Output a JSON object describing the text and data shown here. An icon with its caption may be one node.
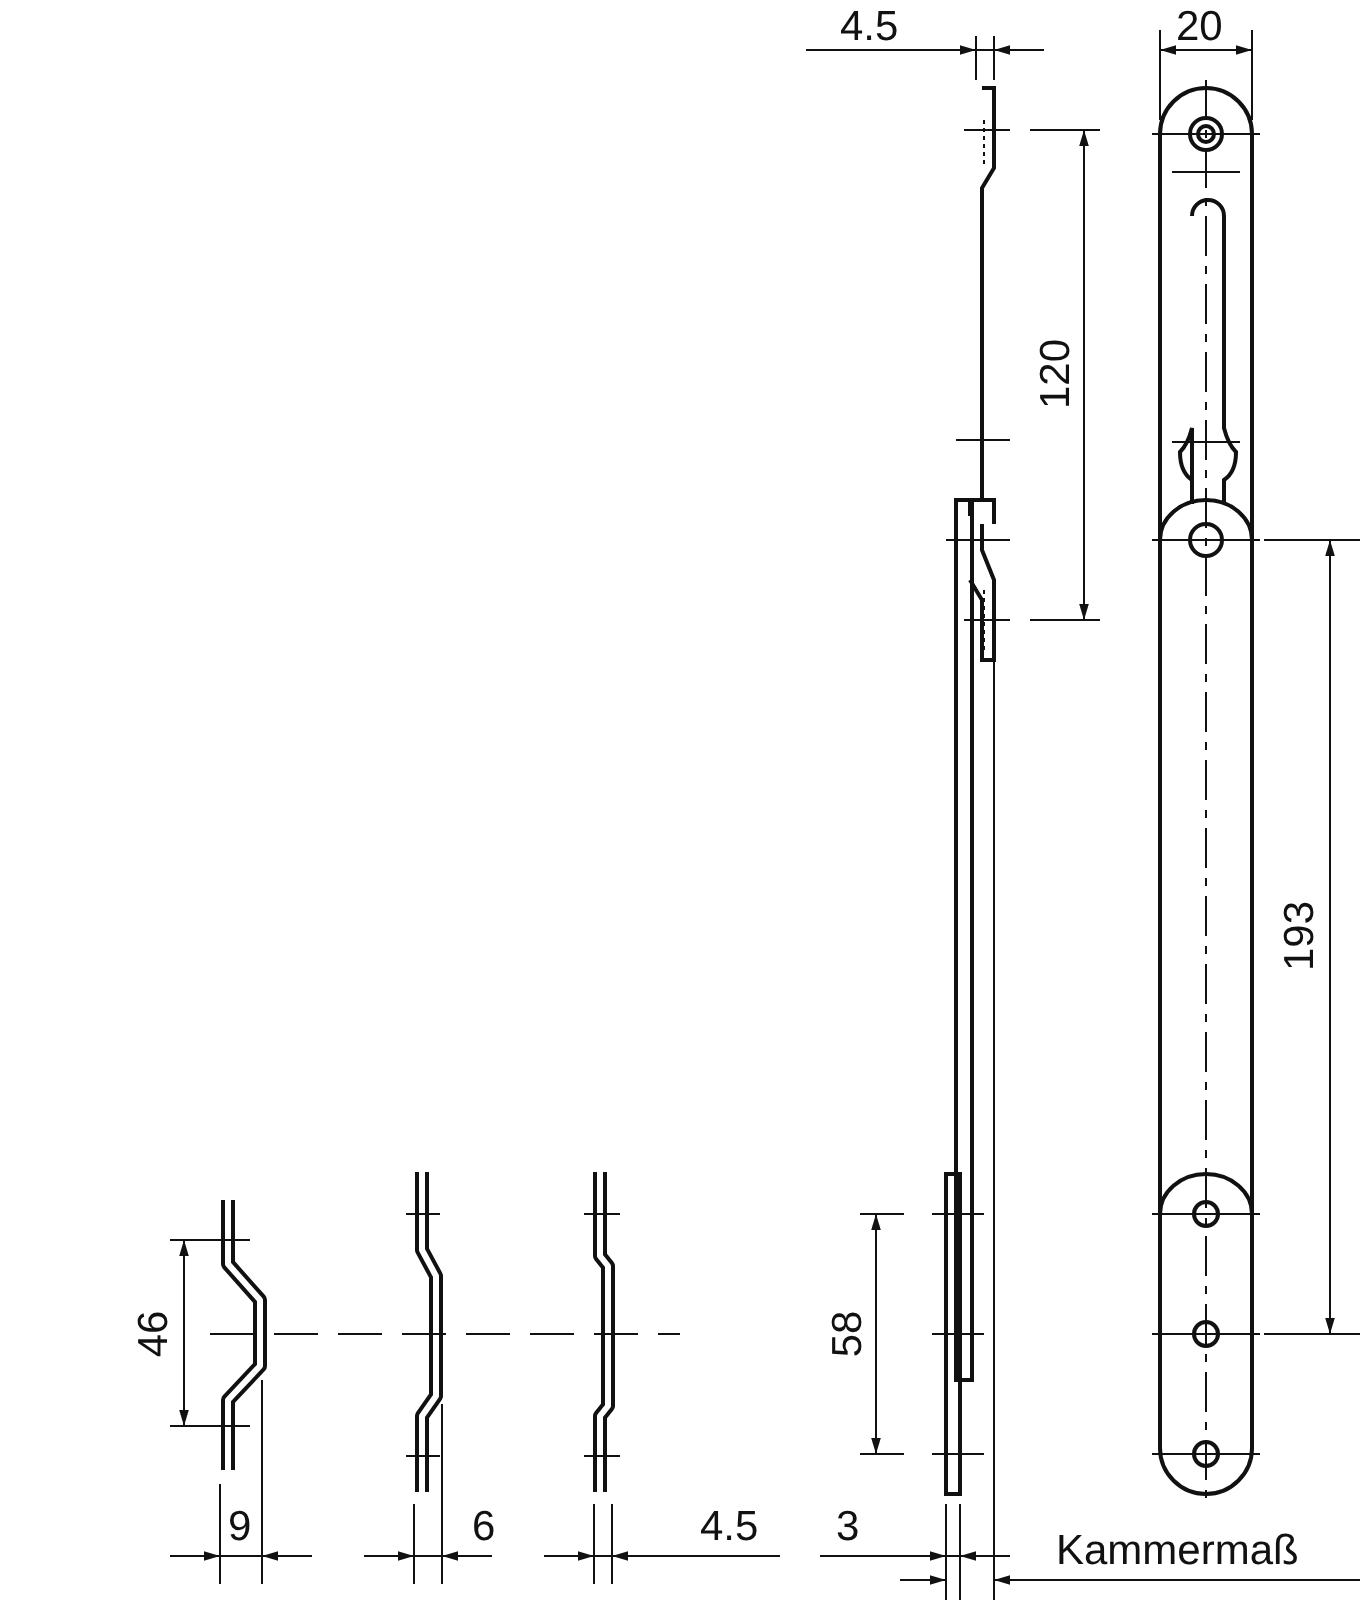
{
  "diagram": {
    "labels": [
      "4.5",
      "20",
      "120",
      "193",
      "46",
      "58",
      "9",
      "6",
      "4.5",
      "3",
      "Kammermaß"
    ]
  }
}
